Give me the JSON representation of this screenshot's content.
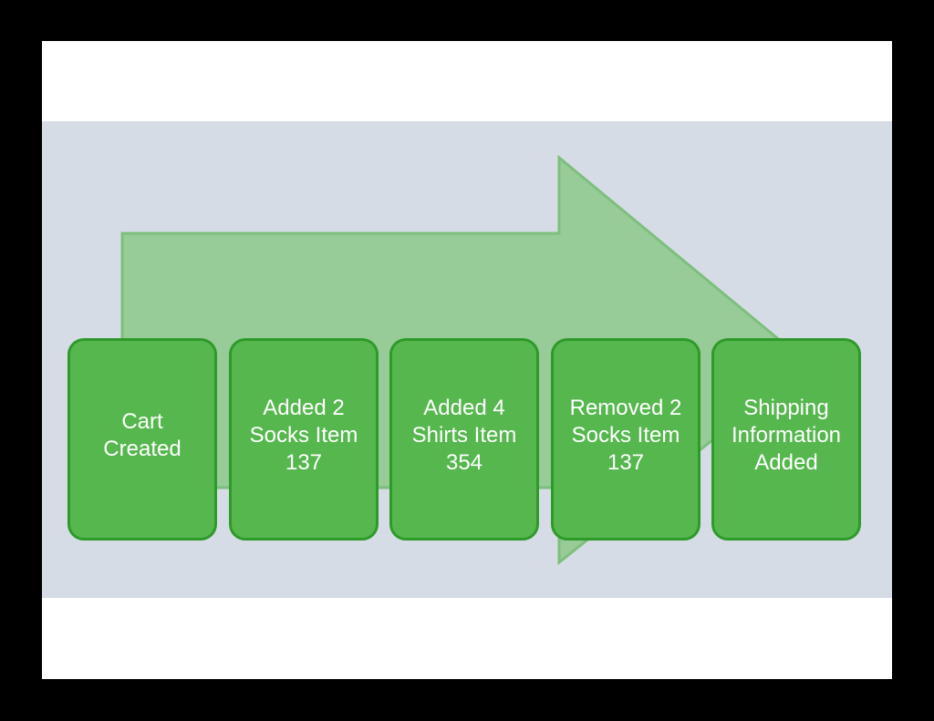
{
  "colors": {
    "frame": "#000000",
    "slide_background": "#ffffff",
    "band_background": "#d5dce6",
    "arrow_fill": "#97cb97",
    "arrow_stroke": "#7dbf7d",
    "box_fill": "#57b74f",
    "box_border": "#2e9a2a",
    "box_text": "#ffffff"
  },
  "diagram": {
    "type": "event-stream-flow",
    "background_arrow_icon": "right-arrow-shape",
    "events": [
      {
        "id": "cart-created",
        "label": "Cart\nCreated"
      },
      {
        "id": "added-2-socks",
        "label": "Added 2\nSocks Item\n137"
      },
      {
        "id": "added-4-shirts",
        "label": "Added 4\nShirts Item\n354"
      },
      {
        "id": "removed-2-socks",
        "label": "Removed 2\nSocks Item\n137"
      },
      {
        "id": "shipping-info-added",
        "label": "Shipping\nInformation\nAdded"
      }
    ]
  }
}
